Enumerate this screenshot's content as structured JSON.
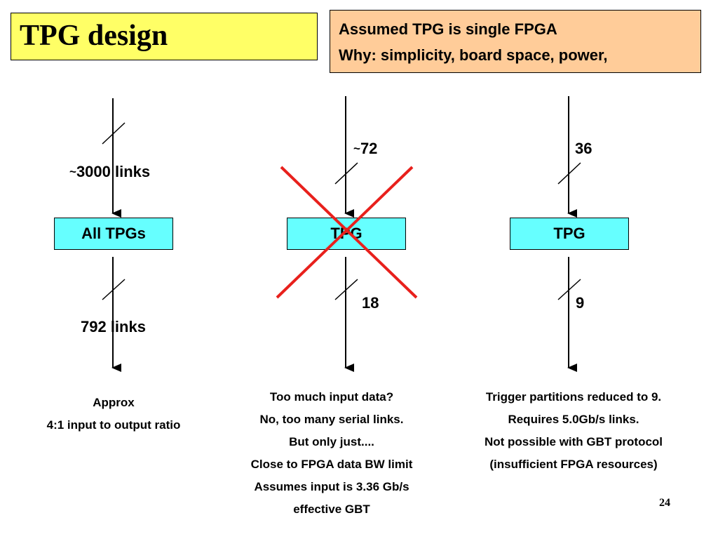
{
  "title": "TPG design",
  "note": {
    "line1": "Assumed TPG is single FPGA",
    "line2": "Why: simplicity, board space, power,"
  },
  "columns": [
    {
      "input_tilde": "~",
      "input_label": "3000 links",
      "box_label": "All TPGs",
      "output_label": "792 links",
      "caption": [
        "Approx",
        "4:1 input to output ratio"
      ]
    },
    {
      "input_tilde": "~",
      "input_label": "72",
      "box_label": "TPG",
      "output_label": "18",
      "crossed_out": true,
      "cross_color": "#e8201c",
      "caption": [
        "Too much input data?",
        "No, too many serial links.",
        "But only just....",
        "Close to FPGA data BW limit",
        "Assumes input is 3.36 Gb/s",
        "effective GBT"
      ]
    },
    {
      "input_label": "36",
      "box_label": "TPG",
      "output_label": "9",
      "caption": [
        "Trigger partitions reduced to 9.",
        "Requires 5.0Gb/s links.",
        "Not possible with GBT protocol",
        "(insufficient FPGA resources)"
      ]
    }
  ],
  "page_number": "24",
  "colors": {
    "title_bg": "#ffff66",
    "note_bg": "#ffcc99",
    "box_bg": "#66ffff",
    "cross": "#e8201c"
  }
}
